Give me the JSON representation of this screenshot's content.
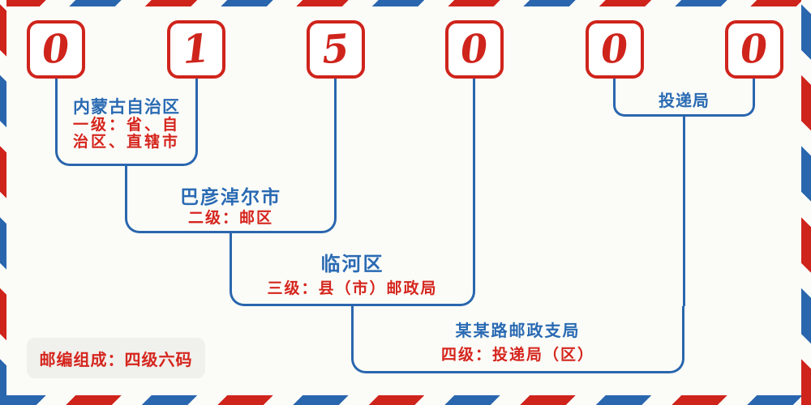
{
  "code": {
    "digits": [
      "0",
      "1",
      "5",
      "0",
      "0",
      "0"
    ]
  },
  "levels": {
    "level1": {
      "name": "内蒙古自治区",
      "desc_line1": "一级：省、自",
      "desc_line2": "治区、直辖市"
    },
    "level2": {
      "name": "巴彦淖尔市",
      "desc": "二级：邮区"
    },
    "level3": {
      "name": "临河区",
      "desc": "三级：县（市）邮政局"
    },
    "level4": {
      "name": "某某路邮政支局",
      "desc": "四级：投递局（区）"
    },
    "delivery": {
      "name": "投递局"
    }
  },
  "note": {
    "text": "邮编组成：四级六码"
  },
  "colors": {
    "red": "#cf241c",
    "blue": "#2a66ae",
    "text_blue": "#2a6ab3",
    "text_red": "#d5251d",
    "bg": "#fbfcf8",
    "note_bg": "#f0f0ec"
  }
}
